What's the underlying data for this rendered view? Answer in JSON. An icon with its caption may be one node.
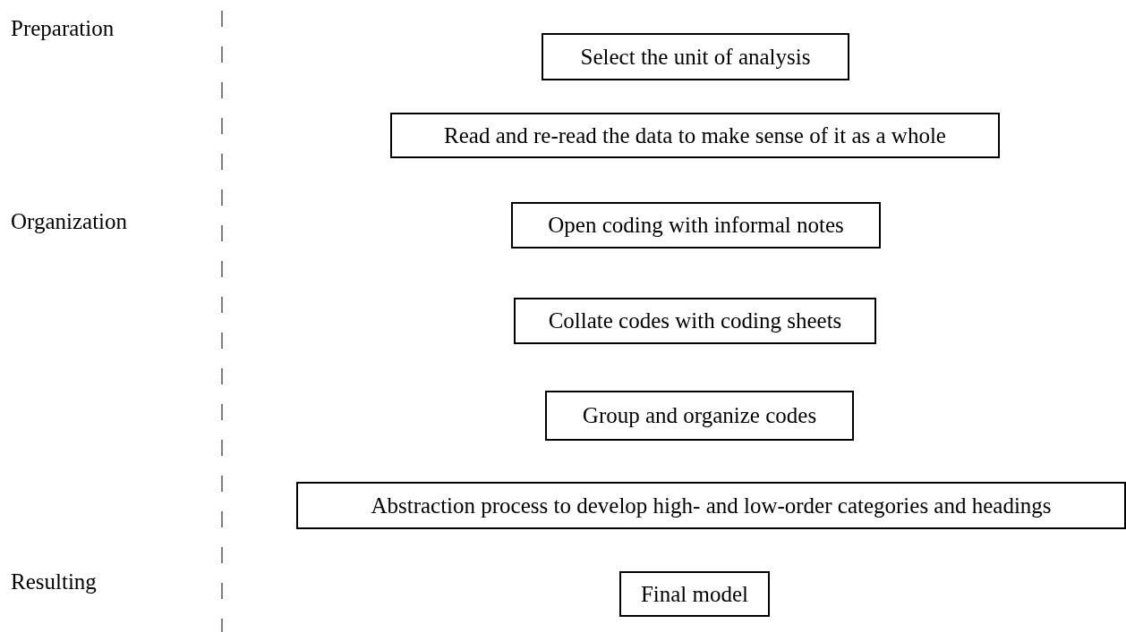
{
  "diagram": {
    "nodes": [
      {
        "text": [
          "Select the unit of analysis"
        ]
      },
      {
        "text": [
          "Read and re-read the data to make sense of it as a whole"
        ]
      },
      {
        "text": [
          "Open coding with informal notes"
        ]
      },
      {
        "text": [
          "Collate codes with coding sheets"
        ]
      },
      {
        "text": [
          "Group and organize codes"
        ]
      },
      {
        "text": [
          "Abstraction process to develop high- and low-order categories and headings"
        ]
      },
      {
        "text": [
          "Final model"
        ]
      }
    ],
    "labels": [
      "Preparation",
      "Organization",
      "Resulting"
    ]
  }
}
